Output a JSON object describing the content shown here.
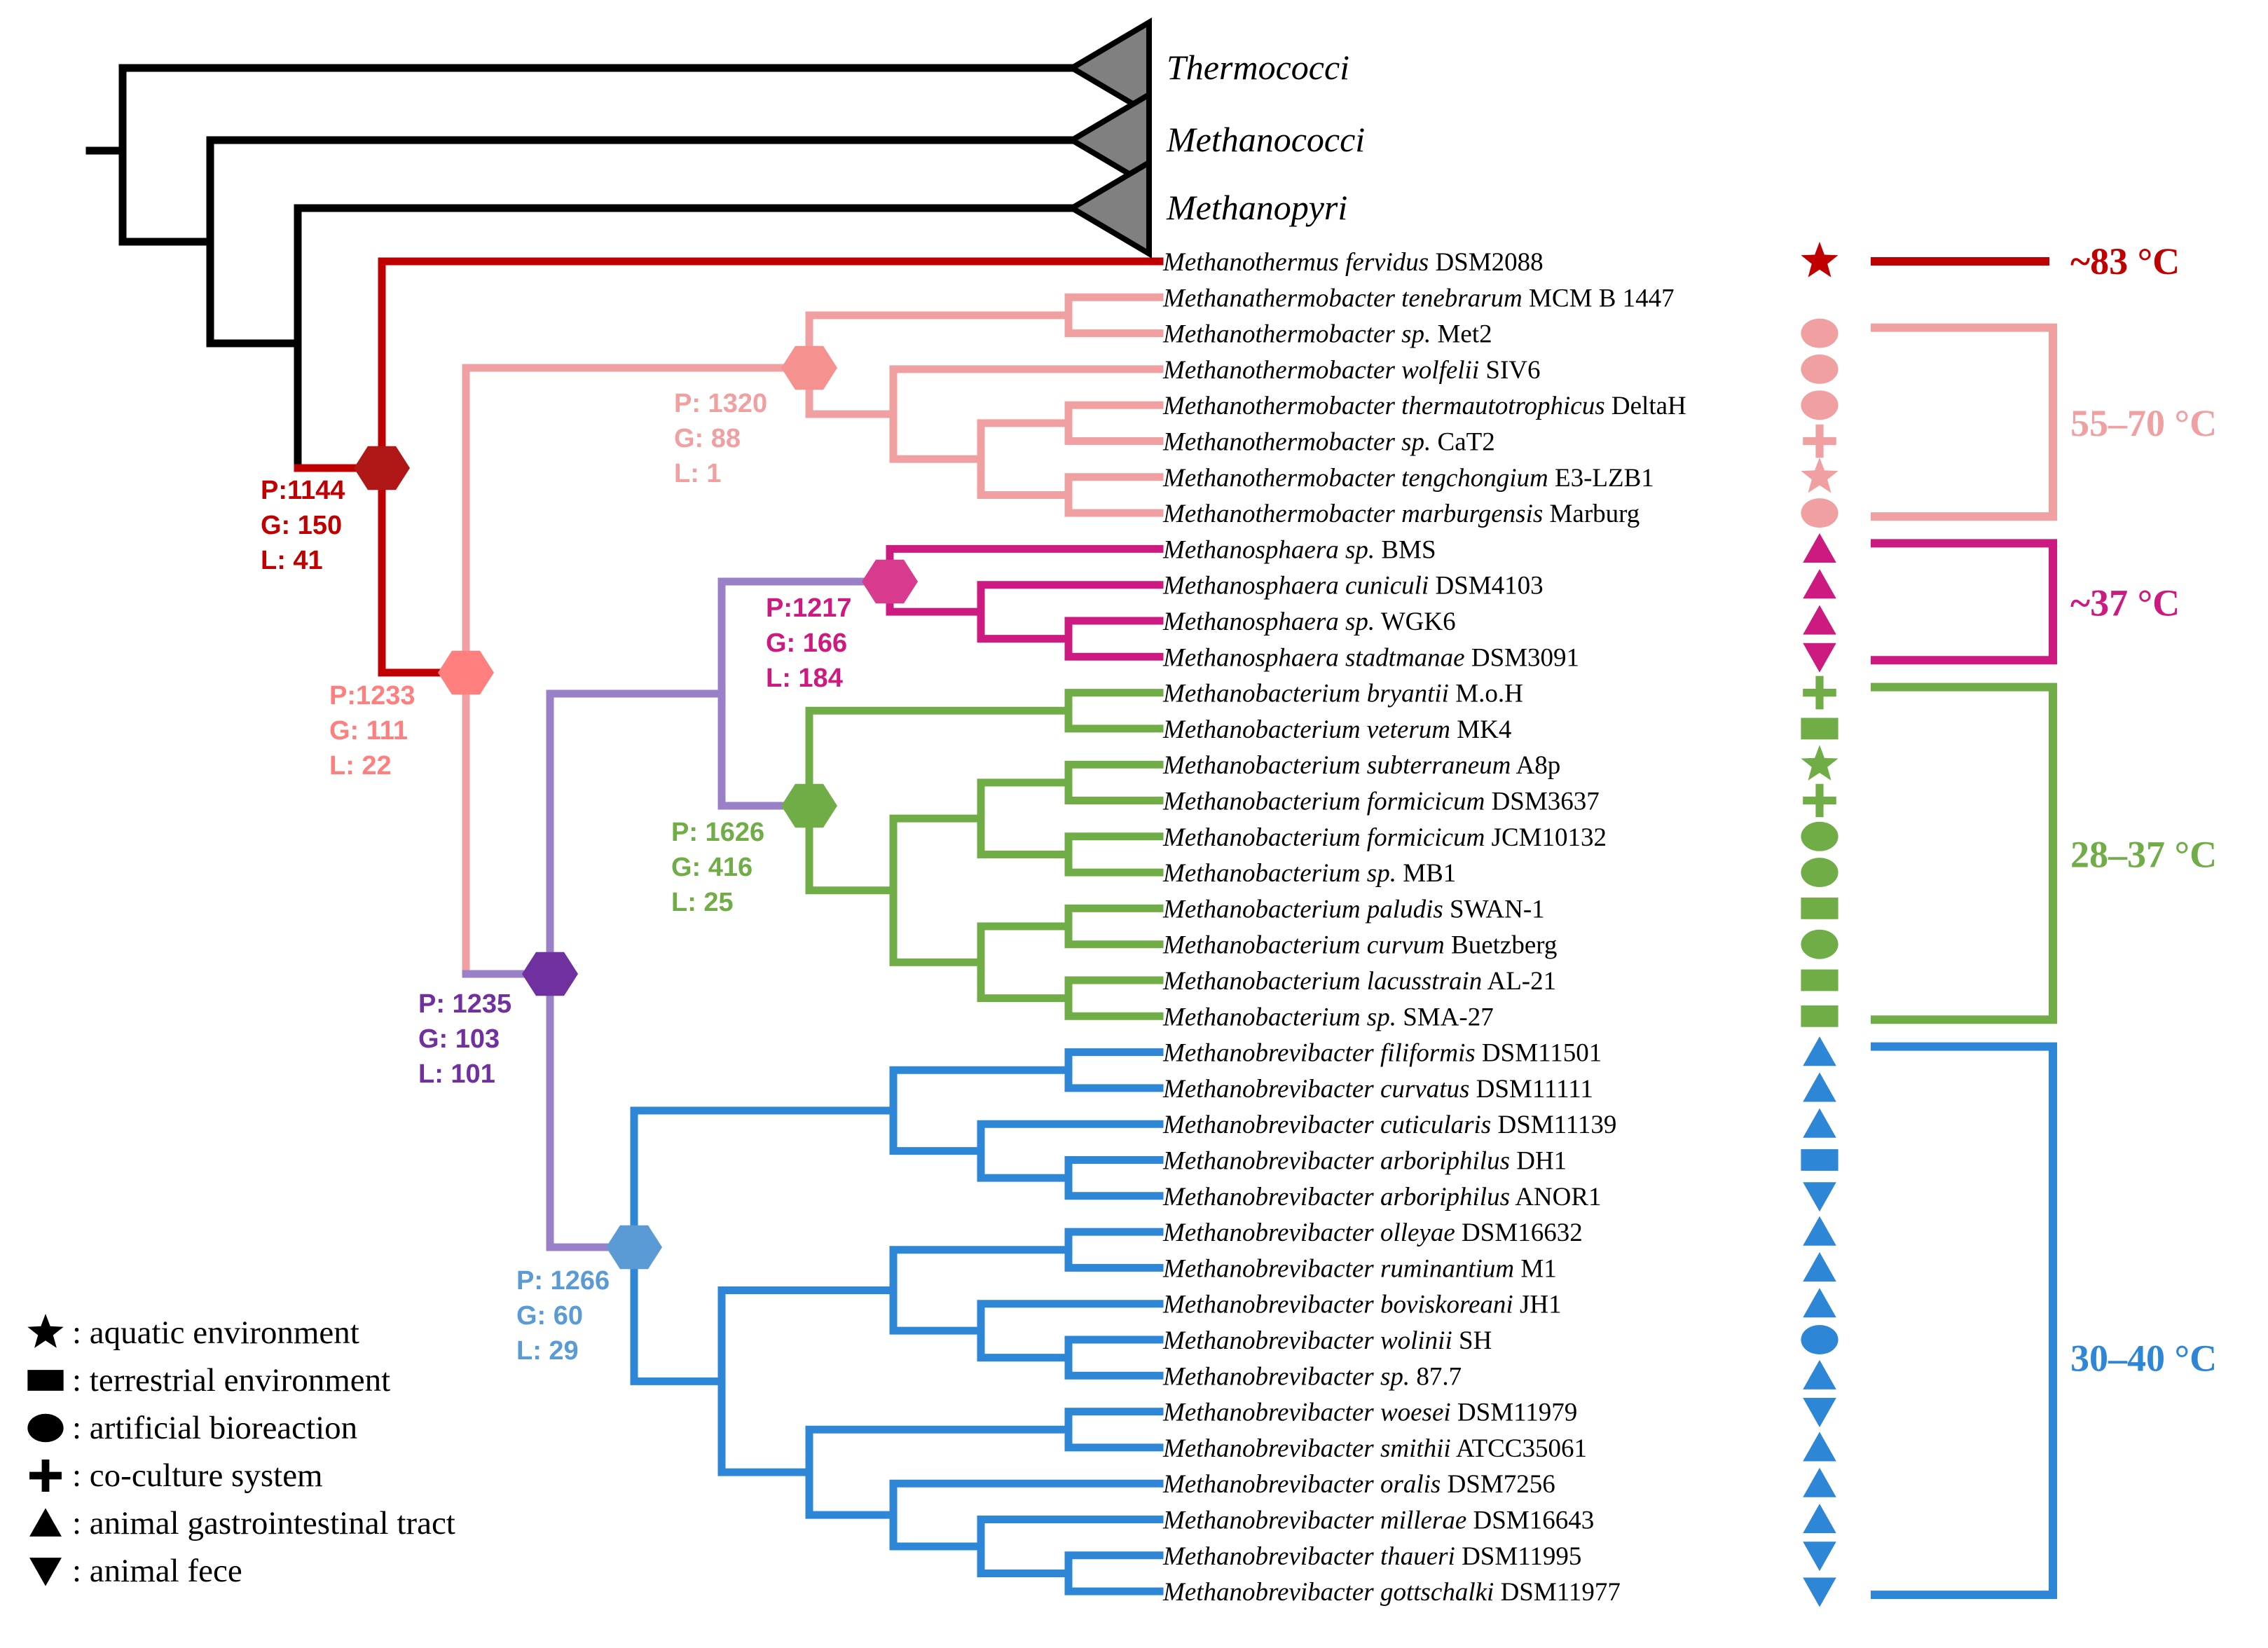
{
  "colors": {
    "outgroup": "#000000",
    "methanothermus": "#c00000",
    "methanothermobacter": "#f0a0a0",
    "node_methanothermobacter_parent": "#ff7f7f",
    "methanosphaera": "#cc1a80",
    "methanosphaera_node": "#e0409a",
    "methanobacterium": "#70ad47",
    "methanobrevibacter": "#2e86d6",
    "methanobrevibacter_node": "#5b9bd5",
    "purple_branch": "#9980c8",
    "purple_node": "#7030a0",
    "collapsed_triangle": "#808080"
  },
  "collapsed_clades": [
    "Thermococci",
    "Methanococci",
    "Methanopyri"
  ],
  "tips": [
    {
      "genus": "Methanothermus fervidus",
      "strain": "DSM2088",
      "habitat": "star",
      "color": "#c00000"
    },
    {
      "genus": "Methanathermobacter tenebrarum",
      "strain": "MCM B 1447",
      "habitat": "",
      "color": "#f0a0a0"
    },
    {
      "genus": "Methanothermobacter sp.",
      "strain": "Met2",
      "habitat": "circle",
      "color": "#f0a0a0"
    },
    {
      "genus": "Methanothermobacter wolfelii",
      "strain": "SIV6",
      "habitat": "circle",
      "color": "#f0a0a0"
    },
    {
      "genus": "Methanothermobacter thermautotrophicus",
      "strain": "DeltaH",
      "habitat": "circle",
      "color": "#f0a0a0"
    },
    {
      "genus": "Methanothermobacter sp.",
      "strain": "CaT2",
      "habitat": "plus",
      "color": "#f0a0a0"
    },
    {
      "genus": "Methanothermobacter tengchongium",
      "strain": "E3-LZB1",
      "habitat": "star",
      "color": "#f0a0a0"
    },
    {
      "genus": "Methanothermobacter marburgensis",
      "strain": "Marburg",
      "habitat": "circle",
      "color": "#f0a0a0"
    },
    {
      "genus": "Methanosphaera sp.",
      "strain": "BMS",
      "habitat": "up",
      "color": "#cc1a80"
    },
    {
      "genus": "Methanosphaera cuniculi",
      "strain": "DSM4103",
      "habitat": "up",
      "color": "#cc1a80"
    },
    {
      "genus": "Methanosphaera sp.",
      "strain": "WGK6",
      "habitat": "up",
      "color": "#cc1a80"
    },
    {
      "genus": "Methanosphaera stadtmanae",
      "strain": "DSM3091",
      "habitat": "down",
      "color": "#cc1a80"
    },
    {
      "genus": "Methanobacterium bryantii",
      "strain": "M.o.H",
      "habitat": "plus",
      "color": "#70ad47"
    },
    {
      "genus": "Methanobacterium veterum",
      "strain": "MK4",
      "habitat": "rect",
      "color": "#70ad47"
    },
    {
      "genus": "Methanobacterium subterraneum",
      "strain": "A8p",
      "habitat": "star",
      "color": "#70ad47"
    },
    {
      "genus": "Methanobacterium formicicum",
      "strain": "DSM3637",
      "habitat": "plus",
      "color": "#70ad47"
    },
    {
      "genus": "Methanobacterium formicicum",
      "strain": "JCM10132",
      "habitat": "circle",
      "color": "#70ad47"
    },
    {
      "genus": "Methanobacterium sp.",
      "strain": "MB1",
      "habitat": "circle",
      "color": "#70ad47"
    },
    {
      "genus": "Methanobacterium paludis",
      "strain": "SWAN-1",
      "habitat": "rect",
      "color": "#70ad47"
    },
    {
      "genus": "Methanobacterium curvum",
      "strain": "Buetzberg",
      "habitat": "circle",
      "color": "#70ad47"
    },
    {
      "genus": "Methanobacterium lacusstrain",
      "strain": "AL-21",
      "habitat": "rect",
      "color": "#70ad47"
    },
    {
      "genus": "Methanobacterium sp.",
      "strain": "SMA-27",
      "habitat": "rect",
      "color": "#70ad47"
    },
    {
      "genus": "Methanobrevibacter filiformis",
      "strain": "DSM11501",
      "habitat": "up",
      "color": "#2e86d6"
    },
    {
      "genus": "Methanobrevibacter curvatus",
      "strain": "DSM11111",
      "habitat": "up",
      "color": "#2e86d6"
    },
    {
      "genus": "Methanobrevibacter cuticularis",
      "strain": "DSM11139",
      "habitat": "up",
      "color": "#2e86d6"
    },
    {
      "genus": "Methanobrevibacter arboriphilus",
      "strain": "DH1",
      "habitat": "rect",
      "color": "#2e86d6"
    },
    {
      "genus": "Methanobrevibacter arboriphilus",
      "strain": "ANOR1",
      "habitat": "down",
      "color": "#2e86d6"
    },
    {
      "genus": "Methanobrevibacter olleyae",
      "strain": "DSM16632",
      "habitat": "up",
      "color": "#2e86d6"
    },
    {
      "genus": "Methanobrevibacter ruminantium",
      "strain": "M1",
      "habitat": "up",
      "color": "#2e86d6"
    },
    {
      "genus": "Methanobrevibacter boviskoreani",
      "strain": "JH1",
      "habitat": "up",
      "color": "#2e86d6"
    },
    {
      "genus": "Methanobrevibacter wolinii",
      "strain": "SH",
      "habitat": "circle",
      "color": "#2e86d6"
    },
    {
      "genus": "Methanobrevibacter sp.",
      "strain": "87.7",
      "habitat": "up",
      "color": "#2e86d6"
    },
    {
      "genus": "Methanobrevibacter woesei",
      "strain": "DSM11979",
      "habitat": "down",
      "color": "#2e86d6"
    },
    {
      "genus": "Methanobrevibacter smithii",
      "strain": "ATCC35061",
      "habitat": "up",
      "color": "#2e86d6"
    },
    {
      "genus": "Methanobrevibacter oralis",
      "strain": "DSM7256",
      "habitat": "up",
      "color": "#2e86d6"
    },
    {
      "genus": "Methanobrevibacter millerae",
      "strain": "DSM16643",
      "habitat": "up",
      "color": "#2e86d6"
    },
    {
      "genus": "Methanobrevibacter thaueri",
      "strain": "DSM11995",
      "habitat": "down",
      "color": "#2e86d6"
    },
    {
      "genus": "Methanobrevibacter gottschalki",
      "strain": "DSM11977",
      "habitat": "down",
      "color": "#2e86d6"
    }
  ],
  "node_stats": [
    {
      "p": "P:1144",
      "g": "G: 150",
      "l": "L: 41",
      "color": "#c00000"
    },
    {
      "p": "P: 1320",
      "g": "G: 88",
      "l": "L: 1",
      "color": "#f0a0a0"
    },
    {
      "p": "P:1233",
      "g": "G: 111",
      "l": "L: 22",
      "color": "#ff7f7f"
    },
    {
      "p": "P:1217",
      "g": "G: 166",
      "l": "L: 184",
      "color": "#cc1a80"
    },
    {
      "p": "P: 1626",
      "g": "G: 416",
      "l": "L: 25",
      "color": "#70ad47"
    },
    {
      "p": "P: 1235",
      "g": "G: 103",
      "l": "L: 101",
      "color": "#7030a0"
    },
    {
      "p": "P: 1266",
      "g": "G: 60",
      "l": "L: 29",
      "color": "#5b9bd5"
    }
  ],
  "temperature_ranges": [
    {
      "label": "~83 °C",
      "color": "#c00000"
    },
    {
      "label": "55–70 °C",
      "color": "#f0a0a0"
    },
    {
      "label": "~37 °C",
      "color": "#cc1a80"
    },
    {
      "label": "28–37 °C",
      "color": "#70ad47"
    },
    {
      "label": "30–40 °C",
      "color": "#2e86d6"
    }
  ],
  "legend": [
    {
      "symbol": "star",
      "text": ": aquatic environment"
    },
    {
      "symbol": "rect",
      "text": ": terrestrial environment"
    },
    {
      "symbol": "circle",
      "text": ": artificial bioreaction"
    },
    {
      "symbol": "plus",
      "text": ": co-culture system"
    },
    {
      "symbol": "up",
      "text": ": animal gastrointestinal tract"
    },
    {
      "symbol": "down",
      "text": ": animal fece"
    }
  ]
}
